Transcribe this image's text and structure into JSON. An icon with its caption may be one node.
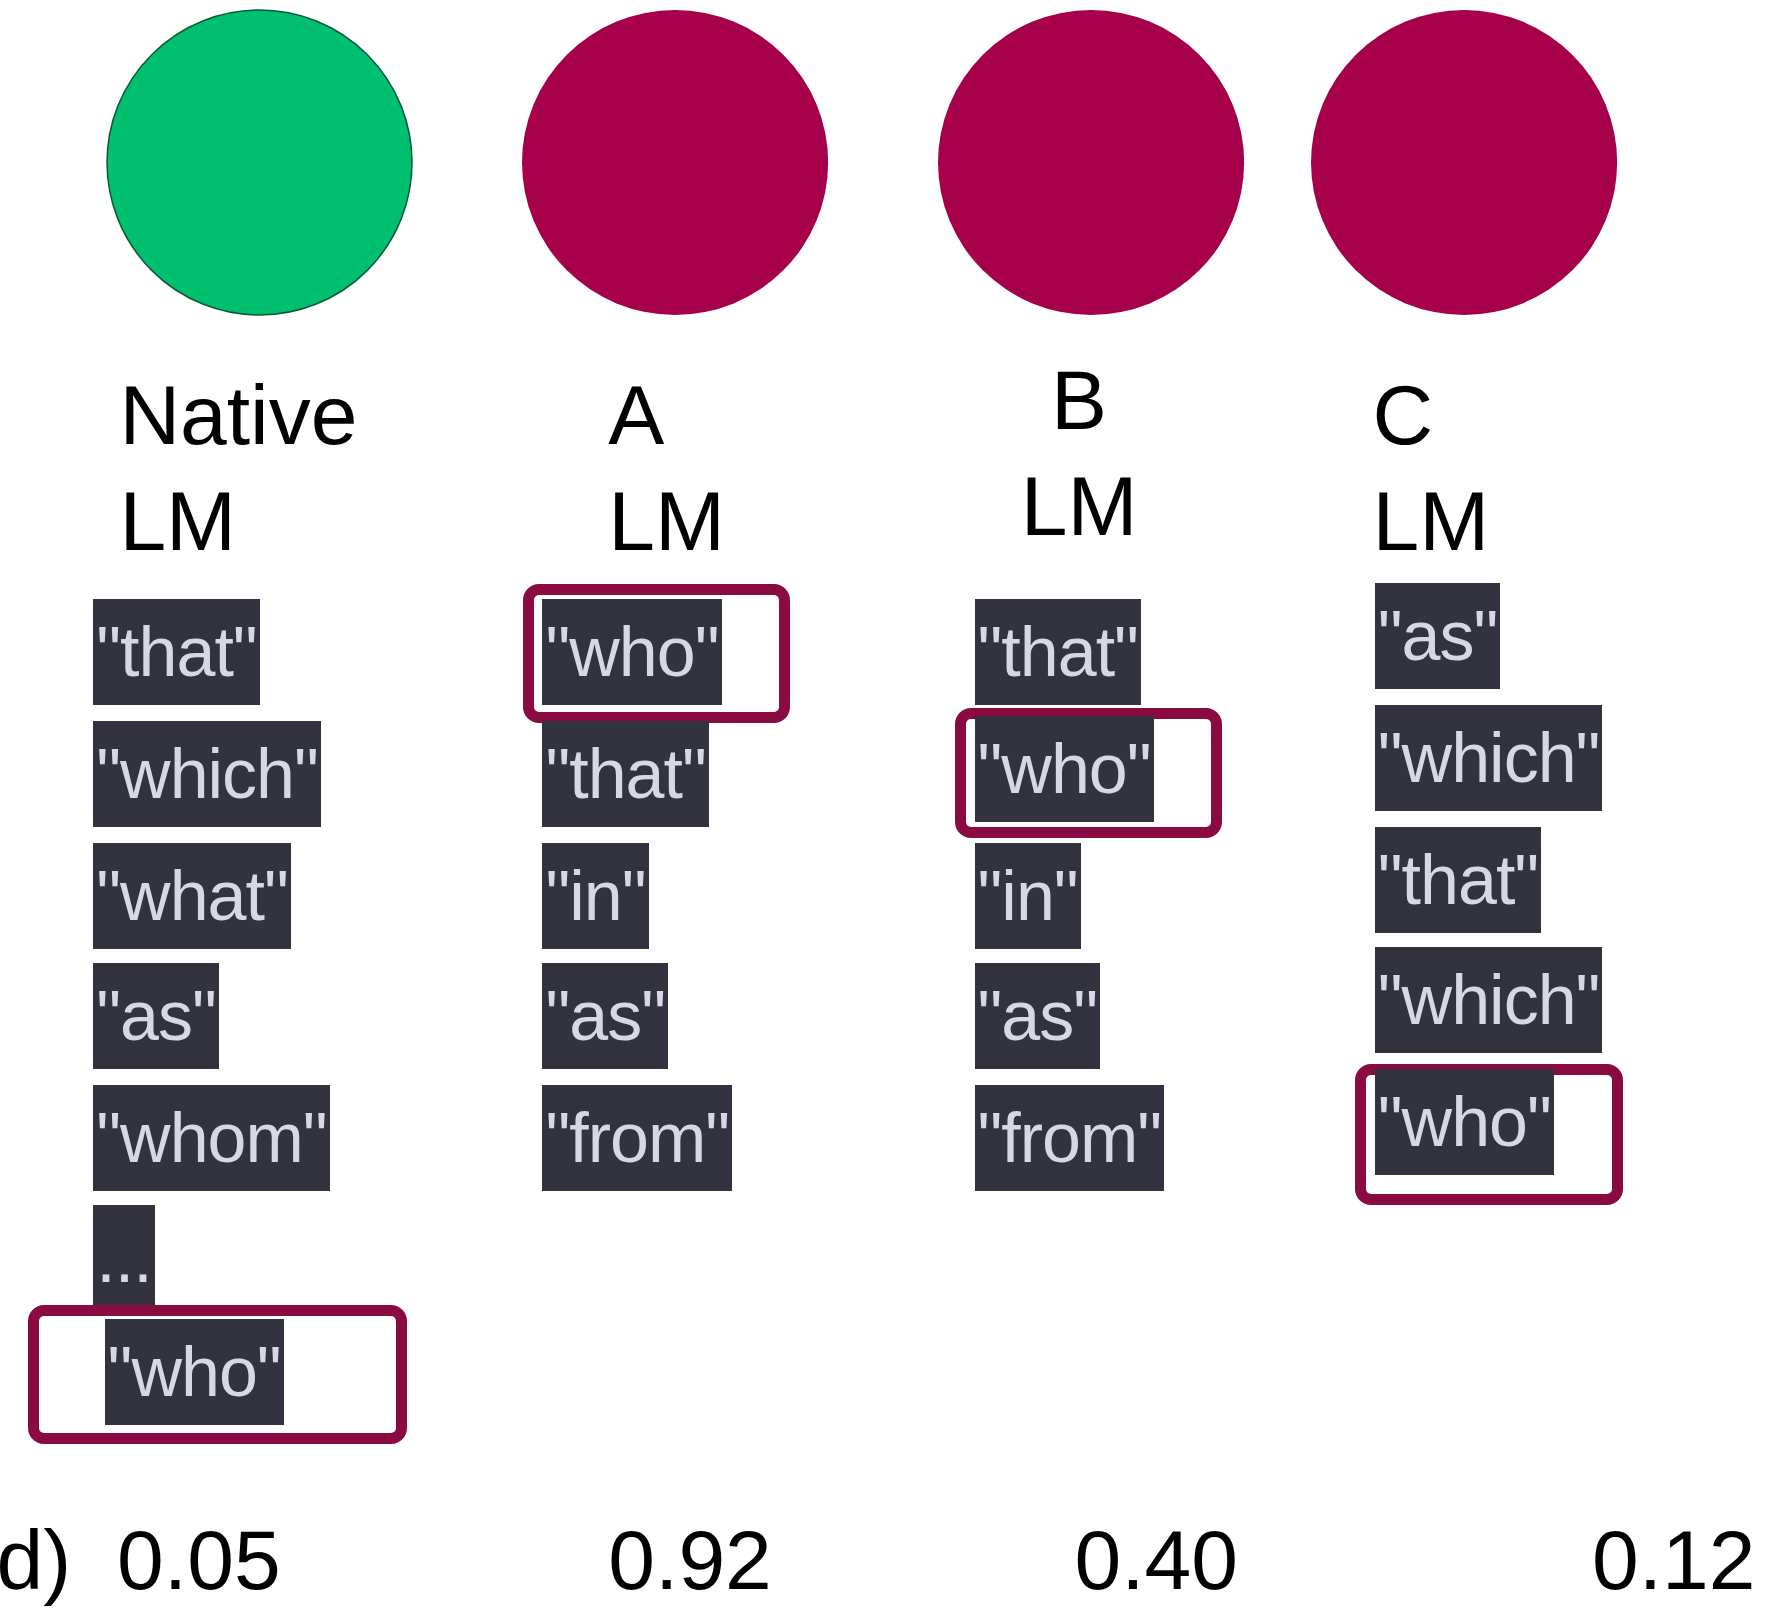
{
  "diagram": {
    "nodes": [
      {
        "text": [],
        "shape": "circle"
      },
      {
        "text": [],
        "shape": "circle"
      },
      {
        "text": [],
        "shape": "circle"
      },
      {
        "text": [],
        "shape": "circle"
      },
      {
        "text": [
          "\"that\""
        ]
      },
      {
        "text": [
          "\"which\""
        ]
      },
      {
        "text": [
          "\"what\""
        ]
      },
      {
        "text": [
          "\"as\""
        ]
      },
      {
        "text": [
          "\"whom\""
        ]
      },
      {
        "text": [
          "..."
        ]
      },
      {
        "text": [],
        "shape": "box"
      },
      {
        "text": [
          "\"who\""
        ],
        "in": 10
      },
      {
        "text": [],
        "shape": "box"
      },
      {
        "text": [
          "\"who\""
        ],
        "in": 12
      },
      {
        "text": [
          "\"that\""
        ]
      },
      {
        "text": [
          "\"in\""
        ]
      },
      {
        "text": [
          "\"as\""
        ]
      },
      {
        "text": [
          "\"from\""
        ]
      },
      {
        "text": [
          "\"that\""
        ]
      },
      {
        "text": [],
        "shape": "box"
      },
      {
        "text": [
          "\"who\""
        ],
        "in": 19
      },
      {
        "text": [
          "\"in\""
        ]
      },
      {
        "text": [
          "\"as\""
        ]
      },
      {
        "text": [
          "\"from\""
        ]
      },
      {
        "text": [
          "\"as\""
        ]
      },
      {
        "text": [
          "\"which\""
        ]
      },
      {
        "text": [
          "\"that\""
        ]
      },
      {
        "text": [
          "\"which\""
        ]
      },
      {
        "text": [],
        "shape": "box"
      },
      {
        "text": [
          "\"who\""
        ],
        "in": 28
      }
    ],
    "edges": [],
    "labels": [
      "Native LM",
      "A LM",
      "B LM",
      "C LM",
      "d)",
      "0.05",
      "0.92",
      "0.40",
      "0.12"
    ]
  }
}
